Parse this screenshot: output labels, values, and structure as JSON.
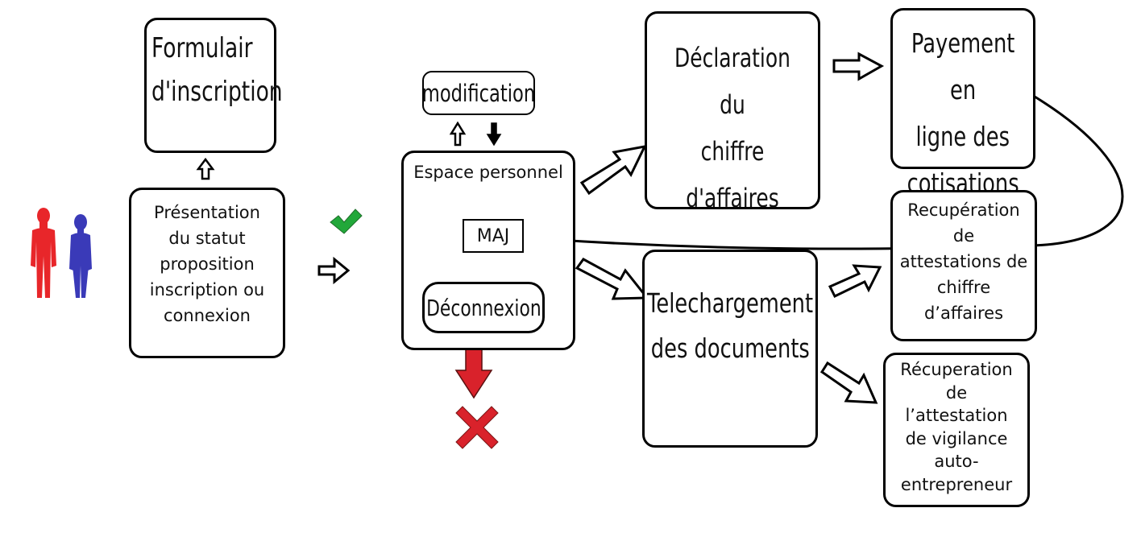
{
  "boxes": {
    "formulaire": {
      "line1": "Formulair",
      "line2": "d'inscription"
    },
    "presentation": {
      "line1": "Présentation",
      "line2": "du statut",
      "line3": "proposition",
      "line4": "inscription ou",
      "line5": "connexion"
    },
    "modification": {
      "label": "modification"
    },
    "espace": {
      "title": "Espace personnel",
      "maj": "MAJ",
      "deconnexion": "Déconnexion"
    },
    "declaration": {
      "line1": "Déclaration du",
      "line2": "chiffre d'affaires"
    },
    "payement": {
      "line1": "Payement en",
      "line2": "ligne des",
      "line3": "cotisations"
    },
    "telechargement": {
      "line1": "Telechargement",
      "line2": "des documents"
    },
    "recup_attestations": {
      "line1": "Recupération",
      "line2": "de",
      "line3": "attestations de",
      "line4": "chiffre",
      "line5": "d’affaires"
    },
    "recup_vigilance": {
      "line1": "Récuperation",
      "line2": "de",
      "line3": "l’attestation",
      "line4": "de vigilance",
      "line5": "auto-",
      "line6": "entrepreneur"
    }
  },
  "colors": {
    "person_left": "#e8262a",
    "person_right": "#3a3ab8",
    "check": "#22a83a",
    "cross": "#d9222b",
    "red_arrow": "#d9222b"
  },
  "icons": {
    "users": "people-icon",
    "success": "checkmark-icon",
    "exit": "cross-icon"
  }
}
